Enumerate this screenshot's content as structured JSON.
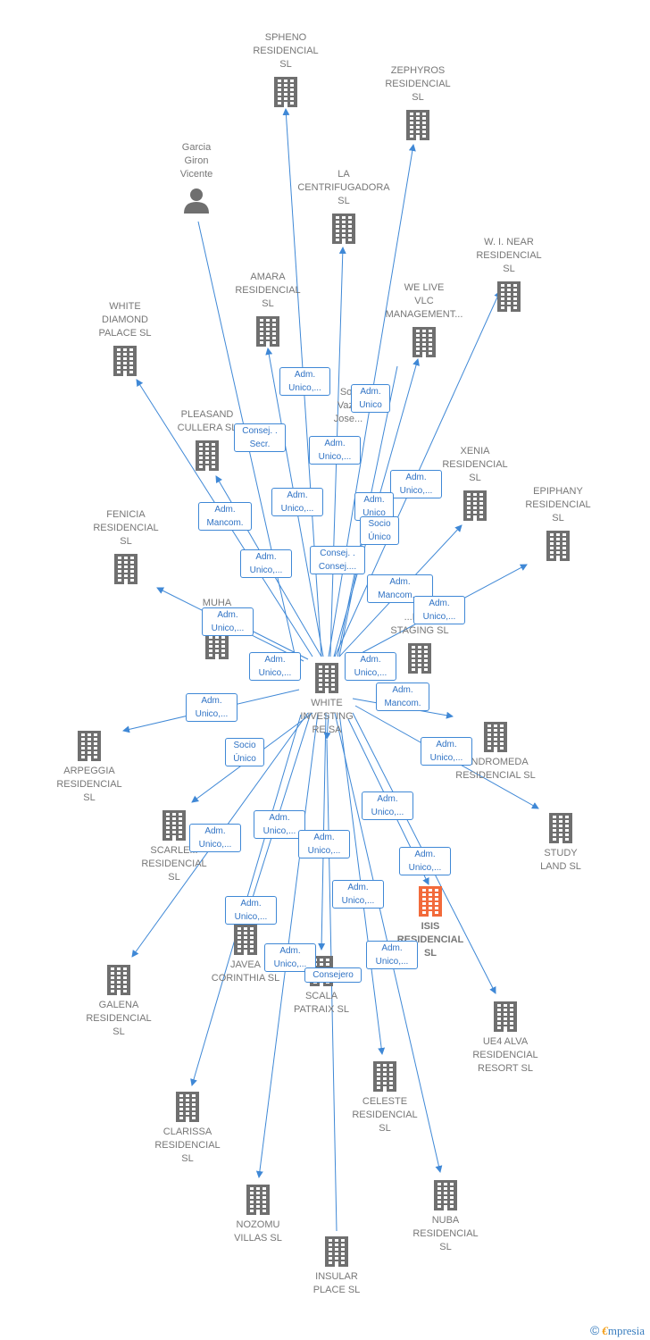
{
  "center": "WHITE\nINVESTING\nRE SA",
  "person": "Garcia\nGiron\nVicente",
  "nodes": {
    "spheno": "SPHENO\nRESIDENCIAL\nSL",
    "zephyros": "ZEPHYROS\nRESIDENCIAL\nSL",
    "centrifugadora": "LA\nCENTRIFUGADORA\nSL",
    "near": "W.  I. NEAR\nRESIDENCIAL\nSL",
    "amara": "AMARA\nRESIDENCIAL\nSL",
    "welive": "WE LIVE\nVLC\nMANAGEMENT...",
    "whitediamond": "WHITE\nDIAMOND\nPALACE  SL",
    "soli": "Soli\nVazq\nJose...",
    "pleasand": "PLEASAND\nCULLERA  SL",
    "xenia": "XENIA\nRESIDENCIAL\nSL",
    "epiphany": "EPIPHANY\nRESIDENCIAL\nSL",
    "fenicia": "FENICIA\nRESIDENCIAL\nSL",
    "muha": "MUHA\nRES...",
    "staging": "...HO...\nSTAGING  SL",
    "arpeggia": "ARPEGGIA\nRESIDENCIAL\nSL",
    "andromeda": "...NDROMEDA\nRESIDENCIAL SL",
    "study": "STUDY\nLAND  SL",
    "scarlet": "SCARLE...\nRESIDENCIAL\nSL",
    "isis": "ISIS\nRESIDENCIAL\nSL",
    "javea": "JAVEA\nCORINTHIA  SL",
    "scala": "SCALA\nPATRAIX  SL",
    "galena": "GALENA\nRESIDENCIAL\nSL",
    "ue4": "UE4 ALVA\nRESIDENCIAL\nRESORT  SL",
    "celeste": "CELESTE\nRESIDENCIAL\nSL",
    "clarissa": "CLARISSA\nRESIDENCIAL\nSL",
    "nozomu": "NOZOMU\nVILLAS  SL",
    "nuba": "NUBA\nRESIDENCIAL\nSL",
    "insular": "INSULAR\nPLACE  SL"
  },
  "edge_labels": {
    "l1": "Adm.\nUnico,...",
    "l2": "Adm.\nUnico",
    "l3": "Consej. .\nSecr.",
    "l4": "Adm.\nUnico,...",
    "l5": "Adm.\nUnico,...",
    "l6": "Adm.\nUnico,...",
    "l7": "Adm.\nUnico",
    "l8": "Socio\nÚnico",
    "l9": "Adm.\nMancom.",
    "l10": "Adm.\nUnico,...",
    "l11": "Consej. .\nConsej....",
    "l12": "Adm.\nMancom....",
    "l13": "Adm.\nUnico,...",
    "l14": "Adm.\nUnico,...",
    "l15": "Adm.\nUnico,...",
    "l16": "Adm.\nUnico,...",
    "l17": "Adm.\nMancom.",
    "l18": "Adm.\nUnico,...",
    "l19": "Adm.\nUnico,...",
    "l20": "Socio\nÚnico",
    "l21": "Adm.\nUnico,...",
    "l22": "Adm.\nUnico,...",
    "l23": "Adm.\nUnico,...",
    "l24": "Adm.\nUnico,...",
    "l25": "Adm.\nUnico,...",
    "l26": "Adm.\nUnico,...",
    "l27": "Adm.\nUnico,...",
    "l28": "Adm.\nUnico,...",
    "l29": "Consejero",
    "l30": "Adm.\nUnico,..."
  },
  "colors": {
    "edge": "#3f88d6",
    "building": "#6f6f6f",
    "focus_building": "#f26a3b",
    "person": "#6f6f6f"
  },
  "brand": {
    "copyright": "©",
    "e": "€",
    "text": "mpresia"
  }
}
